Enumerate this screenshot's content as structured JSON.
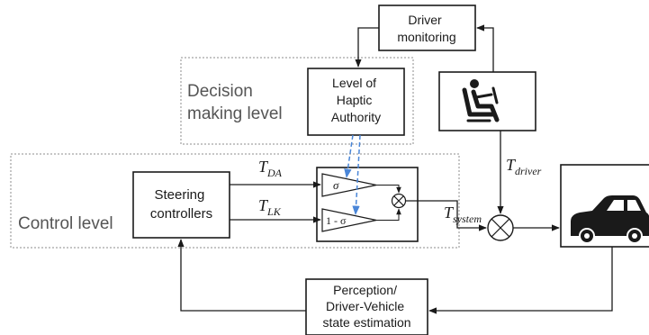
{
  "regions": {
    "decision_label_line1": "Decision",
    "decision_label_line2": "making level",
    "control_label": "Control level"
  },
  "blocks": {
    "driver_monitoring": [
      "Driver",
      "monitoring"
    ],
    "haptic_authority": [
      "Level of",
      "Haptic",
      "Authority"
    ],
    "steering_controllers": [
      "Steering",
      "controllers"
    ],
    "perception": [
      "Perception/",
      "Driver-Vehicle",
      "state estimation"
    ]
  },
  "gains": {
    "sigma": "σ",
    "one_minus_sigma": "1 - σ"
  },
  "signals": {
    "t_da": {
      "main": "T",
      "sub": "DA"
    },
    "t_lk": {
      "main": "T",
      "sub": "LK"
    },
    "t_system": {
      "main": "T",
      "sub": "system"
    },
    "t_driver": {
      "main": "T",
      "sub": "driver"
    }
  },
  "icons": [
    "driver-seat-icon",
    "car-icon"
  ],
  "colors": {
    "line": "#1a1a1a",
    "dashed_region": "#8c8c8c",
    "region_label": "#555555",
    "authority_link": "#4a86d8"
  }
}
